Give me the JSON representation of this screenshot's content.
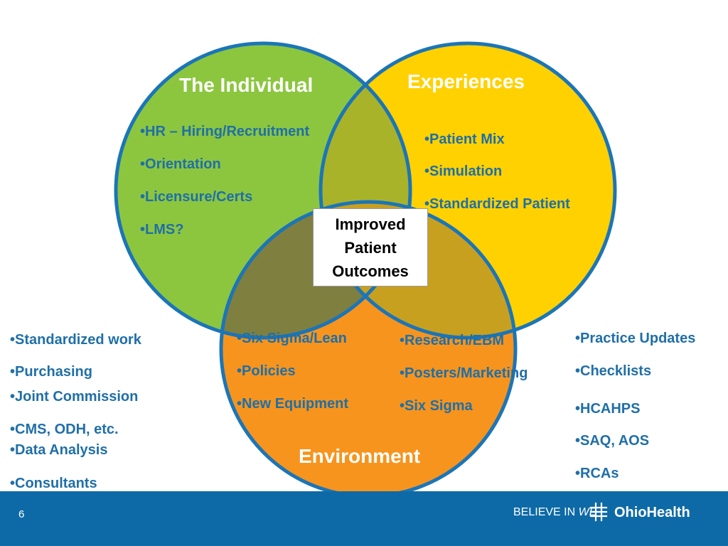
{
  "colors": {
    "individual_fill": "#8cc63f",
    "experiences_fill": "#ffd100",
    "environment_fill": "#f7941d",
    "overlap_ind_exp": "#a8b32a",
    "overlap_ind_env": "#7f7f3f",
    "overlap_exp_env": "#c8a020",
    "circle_stroke": "#1b75b8",
    "bullet_text": "#1f6fa8",
    "footer_bar": "#0d6aa6"
  },
  "circles": {
    "individual": {
      "title": "The Individual"
    },
    "experiences": {
      "title": "Experiences"
    },
    "environment": {
      "title": "Environment"
    }
  },
  "center": {
    "text": "Improved\nPatient\nOutcomes"
  },
  "lists": {
    "individual": [
      "HR – Hiring/Recruitment",
      "Orientation",
      "Licensure/Certs",
      "LMS?"
    ],
    "experiences": [
      "Patient Mix",
      "Simulation",
      "Standardized Patient"
    ],
    "env_left": [
      "Six Sigma/Lean",
      "Policies",
      "New Equipment"
    ],
    "env_right": [
      "Research/EBM",
      "Posters/Marketing",
      "Six Sigma"
    ],
    "outer_left": [
      "Standardized work",
      "Purchasing",
      "Joint Commission",
      "CMS, ODH, etc.",
      "Data Analysis",
      "Consultants"
    ],
    "outer_right": [
      "Practice Updates",
      "Checklists",
      "HCAHPS",
      "SAQ, AOS",
      "RCAs"
    ]
  },
  "footer": {
    "page_number": "6",
    "tagline_prefix": "BELIEVE IN",
    "tagline_we": "WE",
    "brand": "OhioHealth",
    "logo_icon": "ohiohealth-grid-icon"
  }
}
